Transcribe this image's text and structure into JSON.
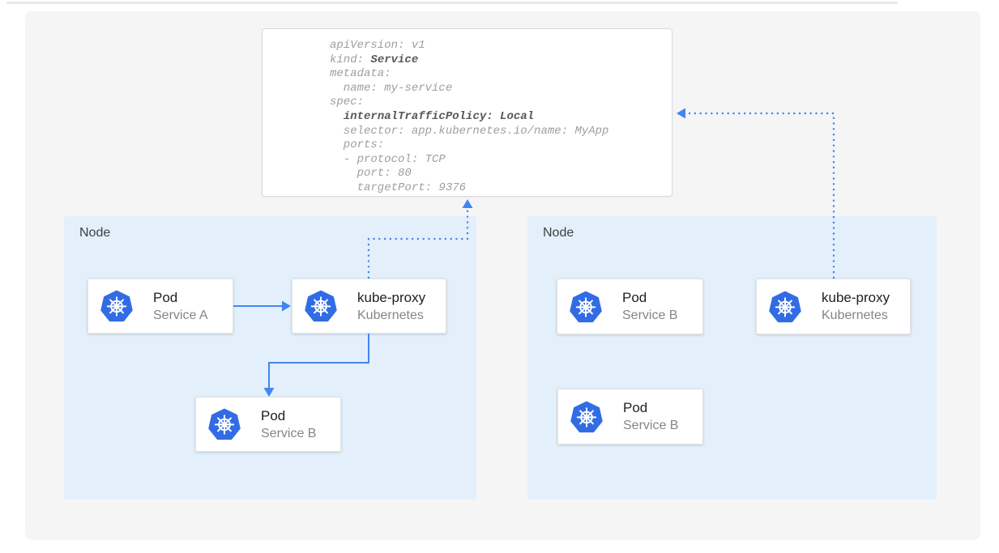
{
  "yaml_card": {
    "lines": [
      {
        "pre": "apiVersion: v1"
      },
      {
        "pre": "kind: ",
        "bold": "Service"
      },
      {
        "pre": "metadata:"
      },
      {
        "pre": "  name: my-service"
      },
      {
        "pre": "spec:"
      },
      {
        "pre": "  ",
        "bold": "internalTrafficPolicy: Local"
      },
      {
        "pre": "  selector: app.kubernetes.io/name: MyApp"
      },
      {
        "pre": "  ports:"
      },
      {
        "pre": "  - protocol: TCP"
      },
      {
        "pre": "    port: 80"
      },
      {
        "pre": "    targetPort: 9376"
      }
    ]
  },
  "nodes": [
    {
      "label": "Node",
      "cards": [
        {
          "title": "Pod",
          "subtitle": "Service A"
        },
        {
          "title": "kube-proxy",
          "subtitle": "Kubernetes"
        },
        {
          "title": "Pod",
          "subtitle": "Service B"
        }
      ]
    },
    {
      "label": "Node",
      "cards": [
        {
          "title": "Pod",
          "subtitle": "Service B"
        },
        {
          "title": "kube-proxy",
          "subtitle": "Kubernetes"
        },
        {
          "title": "Pod",
          "subtitle": "Service B"
        }
      ]
    }
  ],
  "icons": {
    "kubernetes_logo": "kubernetes-helm-wheel-icon"
  },
  "colors": {
    "arrow_blue": "#4285F4",
    "kubernetes_blue": "#326CE5",
    "node_background": "#E3F0FB",
    "panel_background": "#F5F5F6",
    "yaml_text": "#9E9E9E",
    "yaml_bold_text": "#55585C"
  }
}
